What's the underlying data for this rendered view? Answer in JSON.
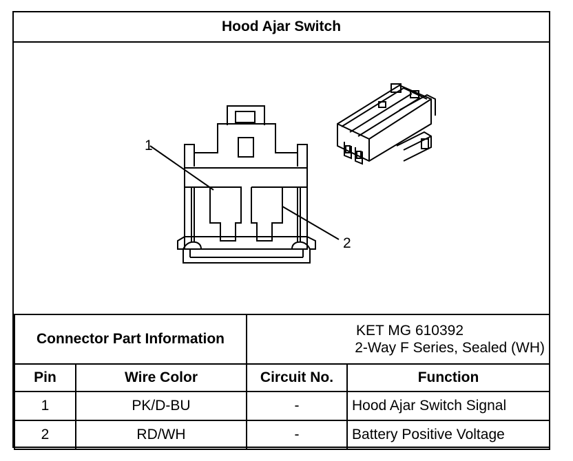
{
  "title": "Hood Ajar Switch",
  "callouts": [
    "1",
    "2"
  ],
  "connector_part": {
    "label": "Connector Part Information",
    "line1": "KET MG 610392",
    "line2": "2-Way F Series, Sealed (WH)"
  },
  "pin_table": {
    "headers": [
      "Pin",
      "Wire Color",
      "Circuit No.",
      "Function"
    ],
    "rows": [
      [
        "1",
        "PK/D-BU",
        "-",
        "Hood Ajar Switch Signal"
      ],
      [
        "2",
        "RD/WH",
        "-",
        "Battery Positive Voltage"
      ]
    ]
  }
}
